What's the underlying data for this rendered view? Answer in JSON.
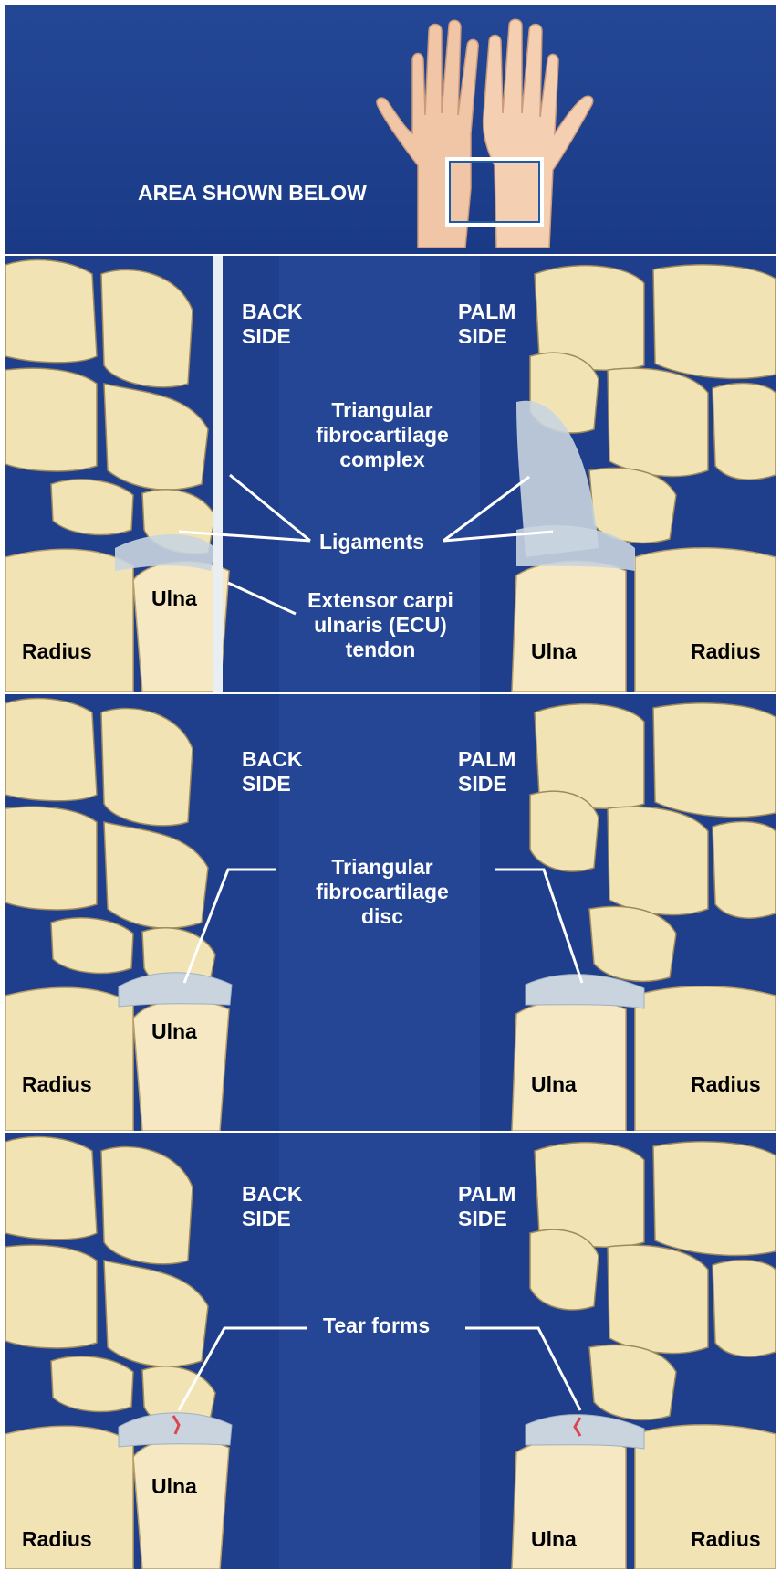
{
  "header": {
    "area_label": "AREA SHOWN BELOW"
  },
  "panels": [
    {
      "back_label": "BACK\nSIDE",
      "palm_label": "PALM\nSIDE",
      "center_title": "Triangular\nfibrocartilage\ncomplex",
      "ligaments": "Ligaments",
      "tendon": "Extensor carpi\nulnaris (ECU)\ntendon",
      "ulna_left": "Ulna",
      "radius_left": "Radius",
      "ulna_right": "Ulna",
      "radius_right": "Radius"
    },
    {
      "back_label": "BACK\nSIDE",
      "palm_label": "PALM\nSIDE",
      "center_title": "Triangular\nfibrocartilage\ndisc",
      "ulna_left": "Ulna",
      "radius_left": "Radius",
      "ulna_right": "Ulna",
      "radius_right": "Radius"
    },
    {
      "back_label": "BACK\nSIDE",
      "palm_label": "PALM\nSIDE",
      "center_title": "Tear forms",
      "ulna_left": "Ulna",
      "radius_left": "Radius",
      "ulna_right": "Ulna",
      "radius_right": "Radius"
    }
  ],
  "colors": {
    "background": "#1f3f8c",
    "bone": "#f2e3b5",
    "cartilage": "#c9d4df",
    "tear": "#d8484e",
    "label": "#ffffff"
  }
}
